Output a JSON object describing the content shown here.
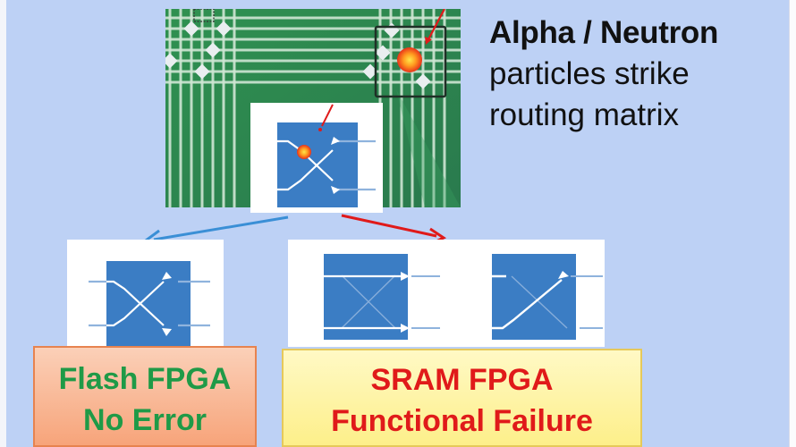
{
  "title": {
    "line1": "Alpha / Neutron",
    "line2": "particles strike",
    "line3": "routing matrix"
  },
  "figures": {
    "routing_matrix": "routing-matrix-grid",
    "strike_inset": "switch-with-particle-strike",
    "flash_switch": "switch-crossed-intact",
    "sram_switch_a": "switch-straight-through-faulty",
    "sram_switch_b": "switch-shorted-faulty"
  },
  "labels": {
    "flash": {
      "line1": "Flash FPGA",
      "line2": "No Error"
    },
    "sram": {
      "line1": "SRAM FPGA",
      "line2": "Functional Failure"
    }
  },
  "colors": {
    "background": "#bdd1f5",
    "matrix_green": "#2e8b4f",
    "switch_blue": "#3b7dc4",
    "flash_arrow": "#3a8fd6",
    "sram_arrow": "#e01a1a",
    "flash_text": "#1f9a47",
    "sram_text": "#e01a1a",
    "flash_box": "#f9b894",
    "sram_box": "#fdf3a4"
  }
}
